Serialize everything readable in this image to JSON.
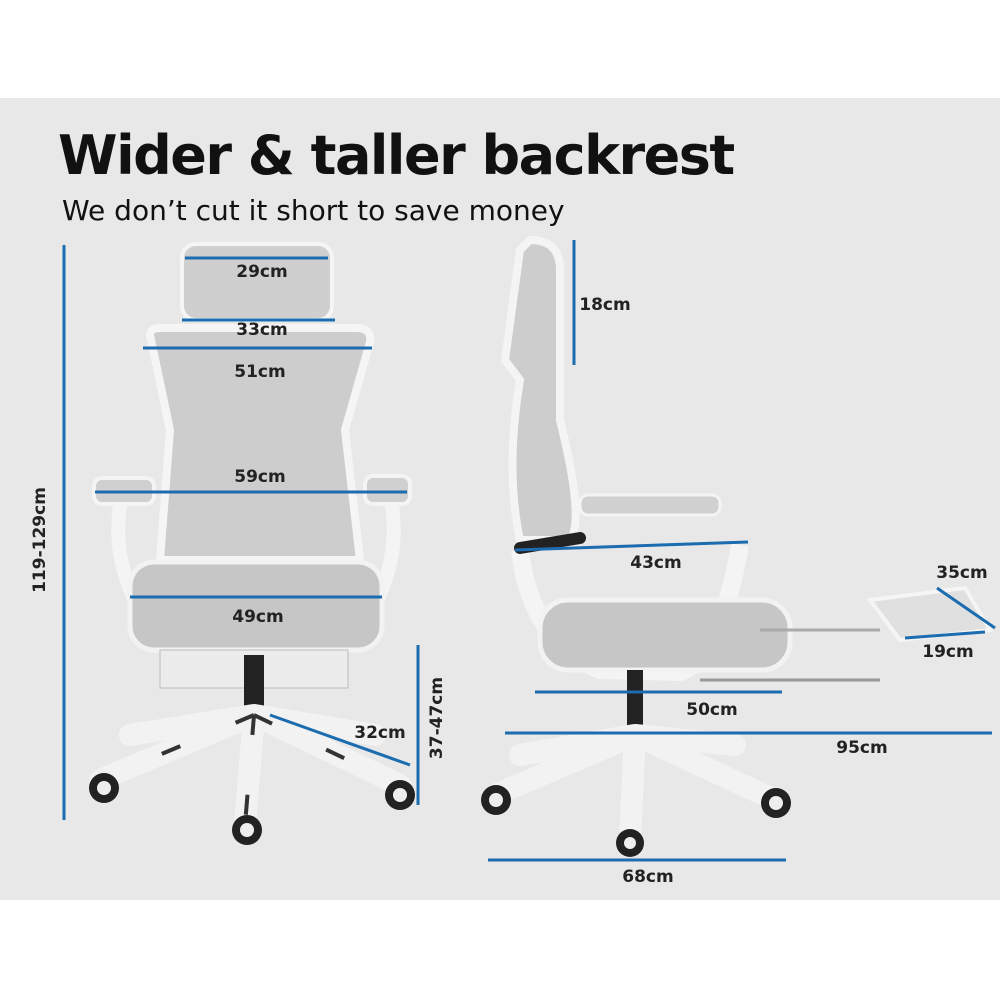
{
  "title": "Wider & taller backrest",
  "subtitle": "We don’t cut it short to save money",
  "colors": {
    "dimension_line": "#1c6cb0",
    "background_panel": "#e8e8e8",
    "chair_frame": "#f4f4f4",
    "mesh": "#c9c9c9"
  },
  "front_view": {
    "headrest_width": "29cm",
    "headrest_bottom_width": "33cm",
    "backrest_top_width": "51cm",
    "armrest_span": "59cm",
    "seat_width": "49cm",
    "base_leg": "32cm",
    "seat_height": "37-47cm",
    "total_height": "119-129cm"
  },
  "side_view": {
    "headrest_height": "18cm",
    "armrest_depth": "43cm",
    "footrest_width": "35cm",
    "footrest_depth": "19cm",
    "seat_depth": "50cm",
    "total_depth": "95cm",
    "base_width": "68cm"
  }
}
